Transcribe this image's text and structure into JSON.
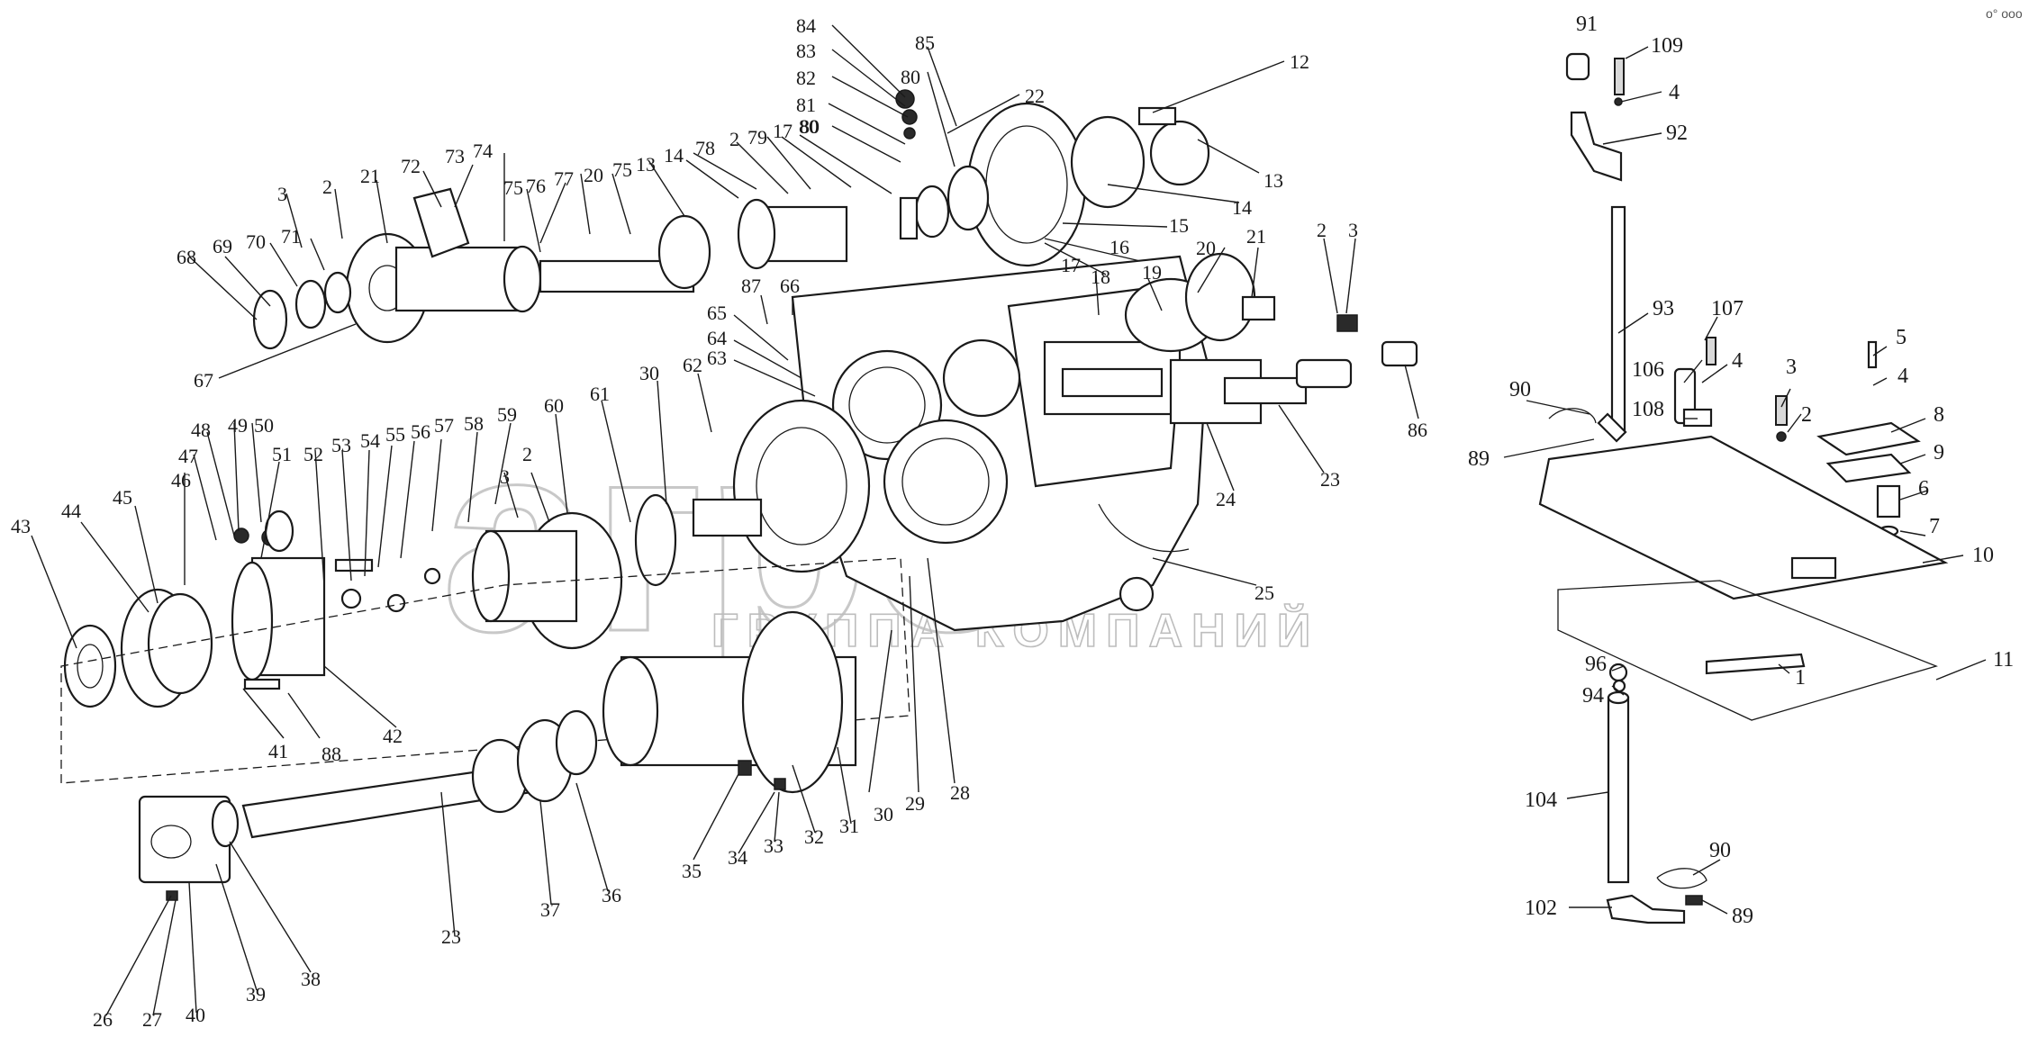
{
  "watermark": {
    "logo_text": "агро",
    "subtitle": "ГРУППА КОМПАНИЙ"
  },
  "corner_mark": "o° ooo",
  "callouts": [
    "84",
    "83",
    "82",
    "81",
    "80",
    "85",
    "12",
    "22",
    "80",
    "2",
    "79",
    "17",
    "80",
    "78",
    "14",
    "13",
    "75",
    "20",
    "77",
    "76",
    "75",
    "74",
    "73",
    "72",
    "21",
    "2",
    "3",
    "71",
    "70",
    "69",
    "68",
    "67",
    "13",
    "14",
    "15",
    "16",
    "17",
    "18",
    "19",
    "20",
    "21",
    "2",
    "3",
    "86",
    "87",
    "66",
    "65",
    "64",
    "63",
    "62",
    "30",
    "61",
    "60",
    "59",
    "58",
    "57",
    "56",
    "55",
    "54",
    "53",
    "52",
    "51",
    "50",
    "49",
    "48",
    "47",
    "46",
    "45",
    "44",
    "43",
    "3",
    "2",
    "24",
    "23",
    "25",
    "41",
    "88",
    "42",
    "30",
    "29",
    "28",
    "35",
    "34",
    "33",
    "32",
    "31",
    "37",
    "36",
    "23",
    "26",
    "27",
    "40",
    "39",
    "38",
    "91",
    "109",
    "4",
    "92",
    "93",
    "107",
    "4",
    "90",
    "106",
    "3",
    "5",
    "4",
    "89",
    "108",
    "2",
    "8",
    "9",
    "6",
    "7",
    "10",
    "11",
    "96",
    "1",
    "94",
    "104",
    "90",
    "102",
    "89"
  ],
  "colors": {
    "ink": "#1a1a1a",
    "watermark": "#c8c8c8"
  }
}
